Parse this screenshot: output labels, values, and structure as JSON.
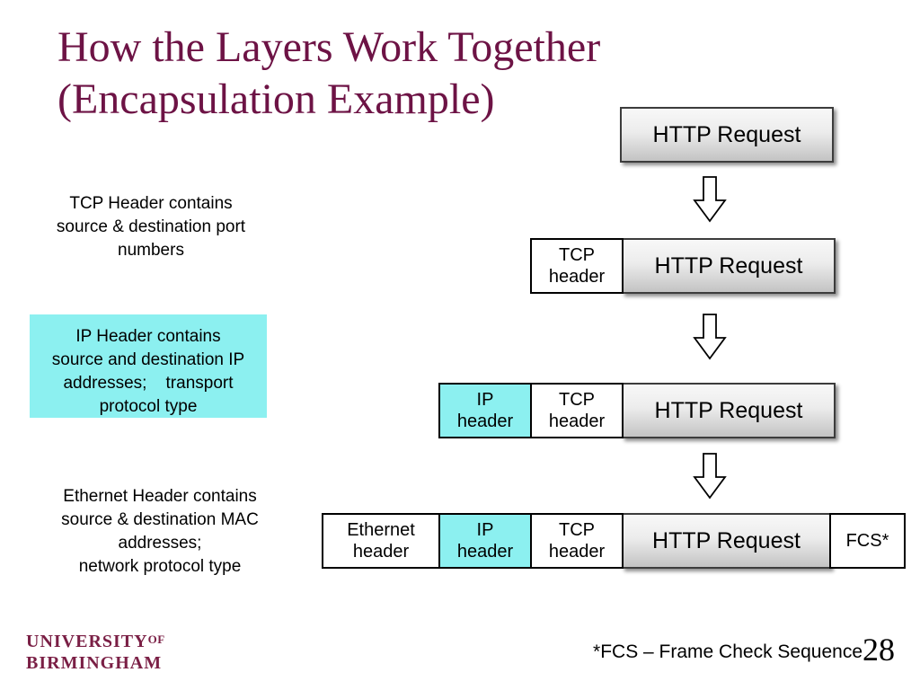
{
  "colors": {
    "title_maroon": "#6d1345",
    "logo_maroon": "#7a1f45",
    "highlight_cyan": "#8cf0f0",
    "box_border": "#2b2b2b"
  },
  "title": {
    "line1": "How the Layers Work Together",
    "line2": "(Encapsulation Example)"
  },
  "notes": {
    "tcp": "TCP Header contains\nsource & destination port\nnumbers",
    "ip": "IP Header contains\nsource and destination IP\naddresses;    transport\nprotocol type",
    "ethernet": "Ethernet Header contains\nsource & destination MAC\naddresses;\nnetwork protocol type"
  },
  "labels": {
    "http_payload": "HTTP Request",
    "tcp_header": "TCP\nheader",
    "ip_header": "IP\nheader",
    "ethernet_header": "Ethernet\nheader",
    "fcs": "FCS*"
  },
  "footer": {
    "fcs_note": "*FCS – Frame Check Sequence",
    "page_number": "28"
  },
  "logo": {
    "line1_main": "UNIVERSITY",
    "line1_of": "OF",
    "line2": "BIRMINGHAM"
  }
}
